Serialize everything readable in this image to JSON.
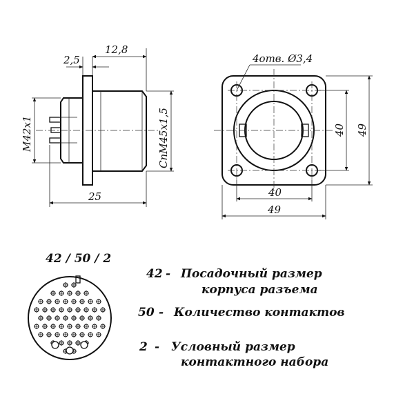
{
  "side_view": {
    "flange_thickness": "2,5",
    "body_length": "12,8",
    "total_length": "25",
    "left_thread": "М42х1",
    "right_thread": "СпМ45х1,5"
  },
  "front_view": {
    "holes": "4отв. Ø3,4",
    "hole_spacing_h": "40",
    "flange_width": "49",
    "hole_spacing_v": "40",
    "flange_height": "49"
  },
  "code_label": "42 / 50 / 2",
  "legend": [
    {
      "num": "42",
      "sep": "-",
      "line1": "Посадочный размер",
      "line2": "корпуса разъема"
    },
    {
      "num": "50",
      "sep": "-",
      "line1": "Количество контактов",
      "line2": ""
    },
    {
      "num": "2",
      "sep": "-",
      "line1": "Условный размер",
      "line2": "контактного набора"
    }
  ]
}
